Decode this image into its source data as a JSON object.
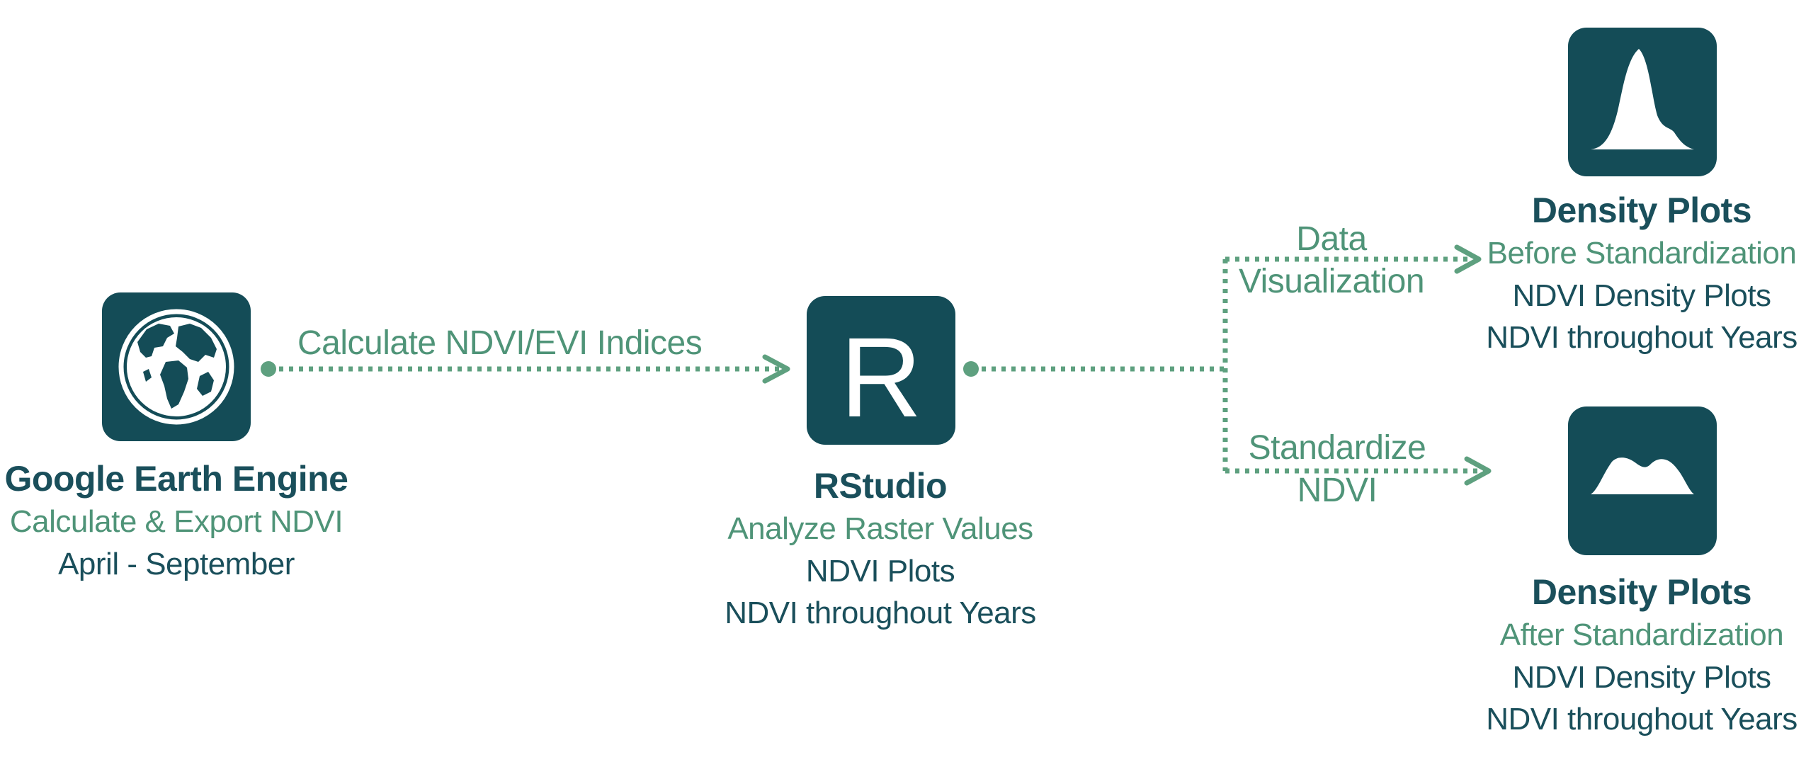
{
  "colors": {
    "tile": "#144c57",
    "title": "#1a4f5b",
    "accent": "#4f9478",
    "connector": "#5ea07f"
  },
  "nodes": {
    "gee": {
      "icon": "globe-icon",
      "title": "Google Earth Engine",
      "subtitle": "Calculate & Export NDVI",
      "lines": [
        "April - September"
      ]
    },
    "rstudio": {
      "icon": "r-logo-icon",
      "icon_letter": "R",
      "title": "RStudio",
      "subtitle": "Analyze Raster Values",
      "lines": [
        "NDVI Plots",
        "NDVI throughout Years"
      ]
    },
    "before": {
      "icon": "density-peak-icon",
      "title": "Density Plots",
      "subtitle": "Before Standardization",
      "lines": [
        "NDVI Density Plots",
        "NDVI throughout Years"
      ]
    },
    "after": {
      "icon": "density-flat-icon",
      "title": "Density Plots",
      "subtitle": "After Standardization",
      "lines": [
        "NDVI Density Plots",
        "NDVI throughout Years"
      ]
    }
  },
  "edges": {
    "gee_to_r": "Calculate NDVI/EVI Indices",
    "to_visualization": [
      "Data",
      "Visualization"
    ],
    "to_standardize": [
      "Standardize",
      "NDVI"
    ]
  }
}
